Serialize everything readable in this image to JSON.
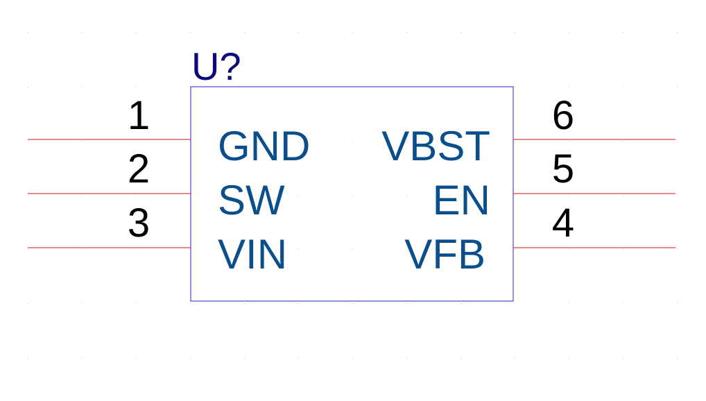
{
  "component": {
    "reference": "U?",
    "colors": {
      "body_outline": "#2323c8",
      "pin_line": "#c8141e",
      "pin_number": "#000000",
      "pin_name": "#0a4f8c",
      "reference": "#0a0a78",
      "grid_dot": "#c8c8c8"
    },
    "left_pins": [
      {
        "number": "1",
        "name": "GND"
      },
      {
        "number": "2",
        "name": "SW"
      },
      {
        "number": "3",
        "name": "VIN"
      }
    ],
    "right_pins": [
      {
        "number": "6",
        "name": "VBST"
      },
      {
        "number": "5",
        "name": "EN"
      },
      {
        "number": "4",
        "name": "VFB"
      }
    ]
  }
}
